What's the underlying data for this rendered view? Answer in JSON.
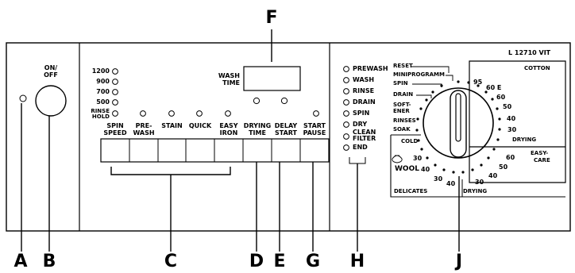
{
  "model": "L 12710 VIT",
  "callout_letters": {
    "A": "A",
    "B": "B",
    "C": "C",
    "D": "D",
    "E": "E",
    "F": "F",
    "G": "G",
    "H": "H",
    "J": "J"
  },
  "on_off": [
    "ON/",
    "OFF"
  ],
  "speed_options": [
    "1200",
    "900",
    "700",
    "500"
  ],
  "rinse_hold": [
    "RINSE",
    "HOLD"
  ],
  "wash_time": [
    "WASH",
    "TIME"
  ],
  "buttons": [
    {
      "l1": "SPIN",
      "l2": "SPEED"
    },
    {
      "l1": "PRE-",
      "l2": "WASH"
    },
    {
      "l1": "",
      "l2": "STAIN"
    },
    {
      "l1": "",
      "l2": "QUICK"
    },
    {
      "l1": "EASY",
      "l2": "IRON"
    },
    {
      "l1": "DRYING",
      "l2": "TIME"
    },
    {
      "l1": "DELAY",
      "l2": "START"
    },
    {
      "l1": "START",
      "l2": "PAUSE"
    }
  ],
  "phases": [
    "PREWASH",
    "WASH",
    "RINSE",
    "DRAIN",
    "SPIN",
    "DRY",
    "CLEAN",
    "FILTER",
    "END"
  ],
  "dial_left": {
    "reset": "RESET",
    "miniprogramm": "MINIPROGRAMM",
    "spin": "SPIN",
    "drain": "DRAIN",
    "soft1": "SOFT-",
    "soft2": "ENER",
    "rinses": "RINSES",
    "soak": "SOAK",
    "cold": "COLD"
  },
  "sections": {
    "cotton": "COTTON",
    "easy_care1": "EASY-",
    "easy_care2": "CARE",
    "wool": "WOOL",
    "delicates": "DELICATES",
    "drying": "DRYING"
  },
  "dial_marks": {
    "t95": "95",
    "t60e": "60 E",
    "t60a": "60",
    "t50a": "50",
    "t40a": "40",
    "t30a": "30",
    "t60b": "60",
    "t50b": "50",
    "t40b": "40",
    "t30b": "30",
    "t30c": "30",
    "t40c": "40",
    "t30d": "30",
    "t40d": "40",
    "wool_icon": "Wool"
  }
}
